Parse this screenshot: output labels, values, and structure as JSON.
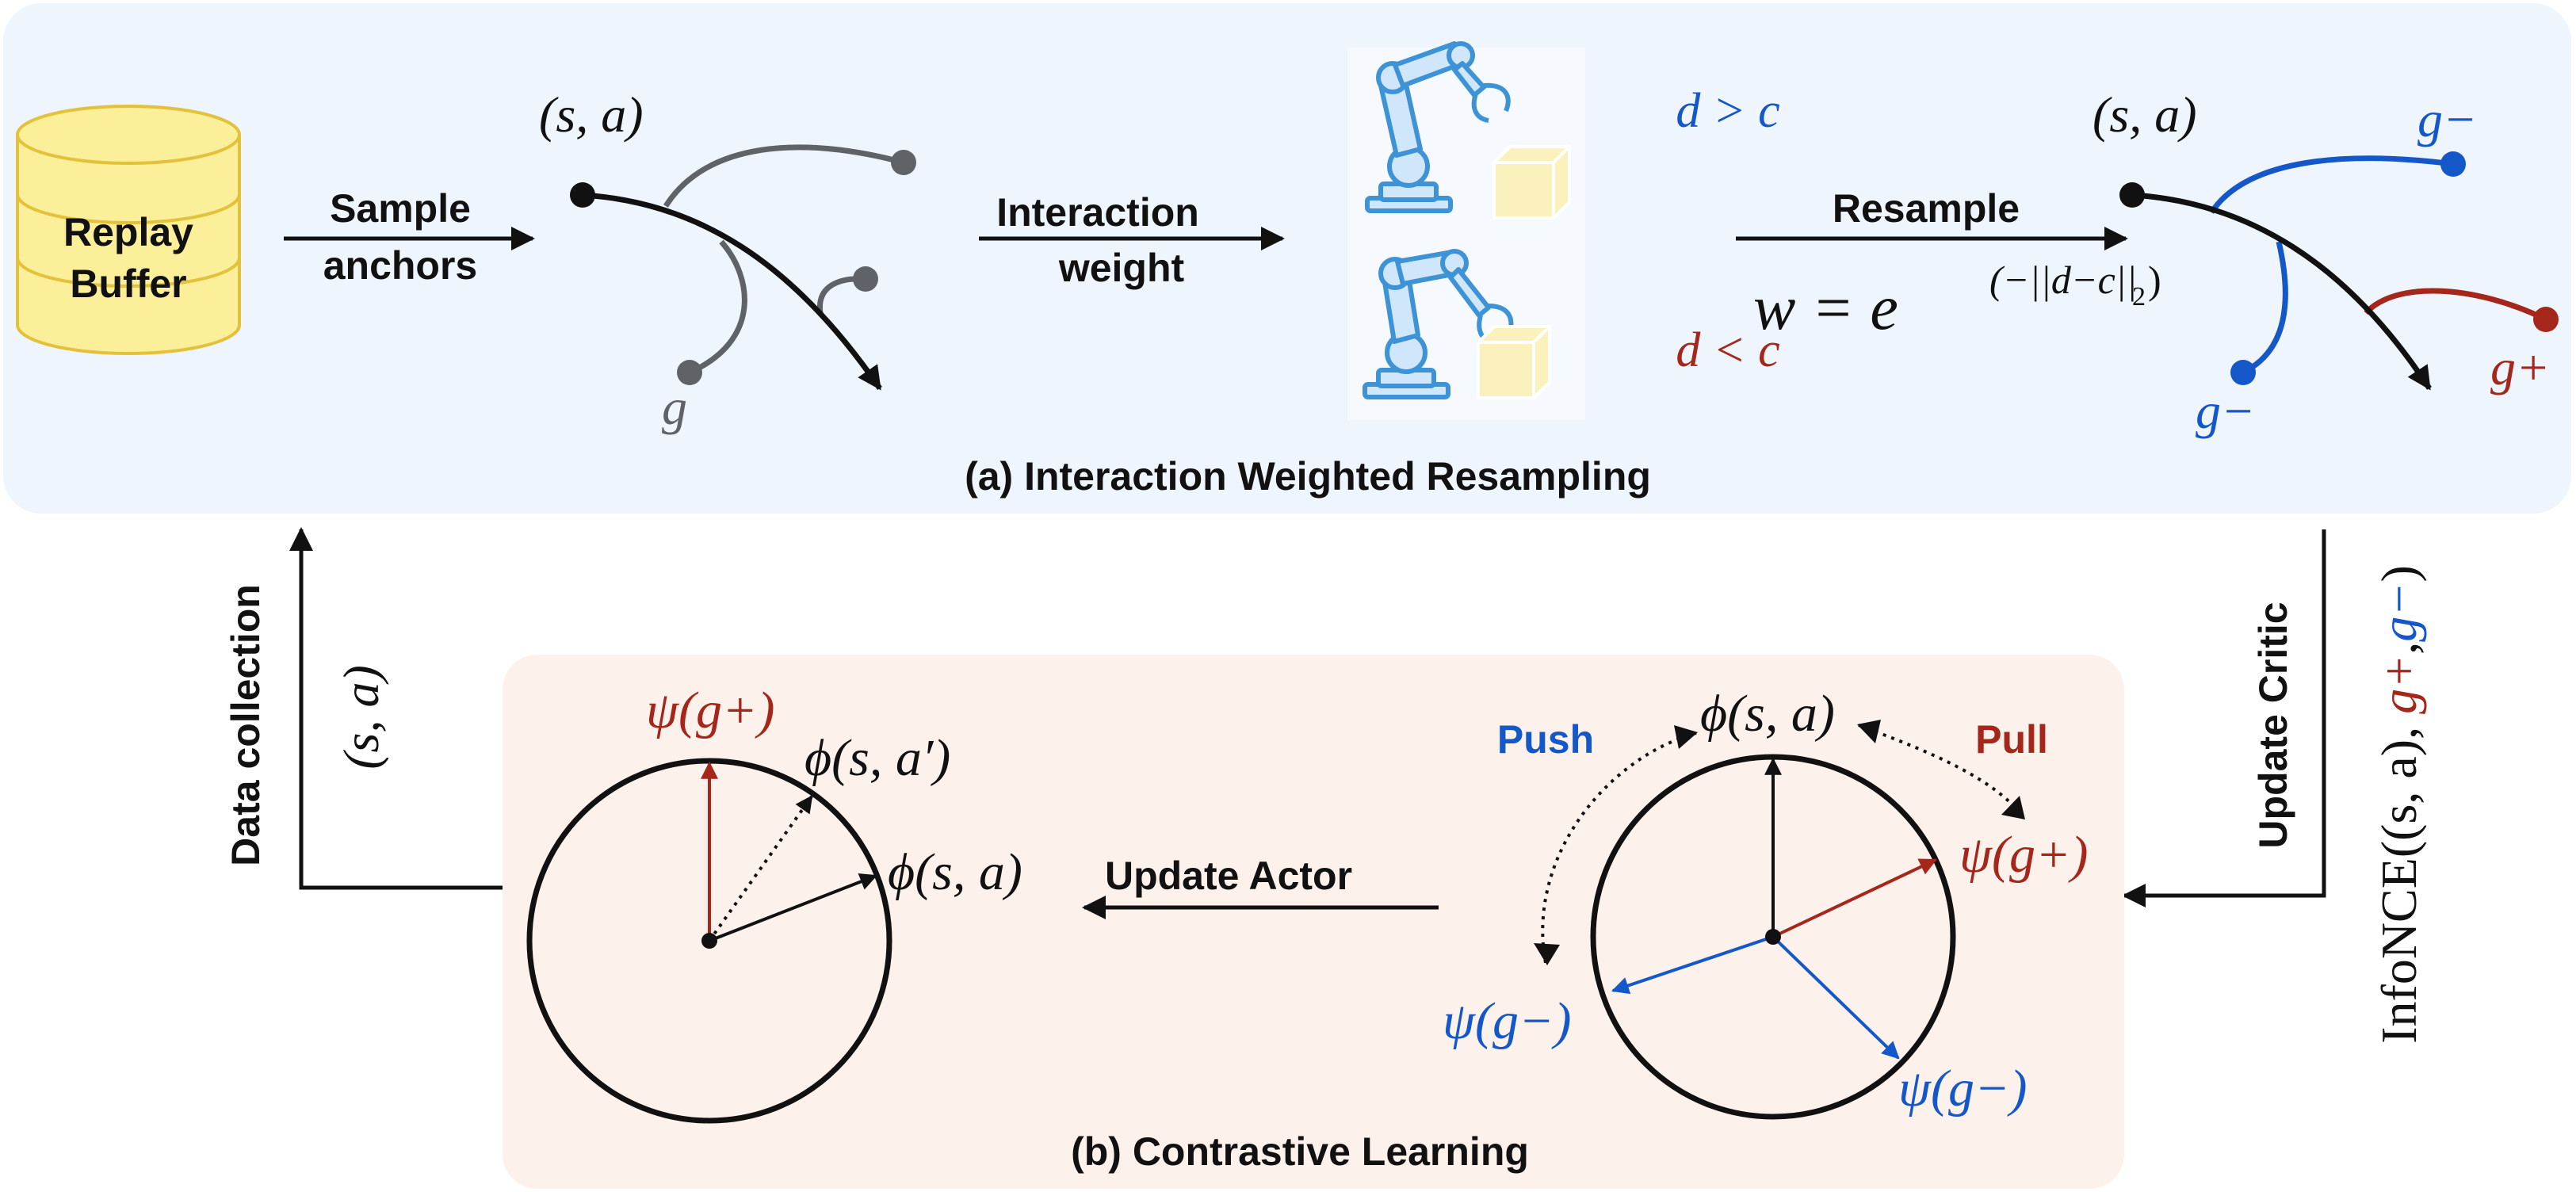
{
  "colors": {
    "black": "#111111",
    "gray": "#5f6368",
    "blue": "#1457c8",
    "red": "#a5261b",
    "panel_blue": "#eef5fd",
    "panel_pink": "#fcf1eb",
    "db_fill": "#fbef9a",
    "db_stroke": "#e3c13b",
    "robot_fill": "#cfe6fb",
    "robot_stroke": "#3d93d6",
    "cube_fill": "#fbf1bd"
  },
  "panel_a": {
    "caption": "(a) Interaction Weighted Resampling",
    "buffer_line1": "Replay",
    "buffer_line2": "Buffer",
    "sample_line1": "Sample",
    "sample_line2": "anchors",
    "anchor_label": "(s, a)",
    "goal_label": "g",
    "interaction_line1": "Interaction",
    "interaction_line2": "weight",
    "d_greater": "d > c",
    "d_less": "d < c",
    "resample_label": "Resample",
    "weight_w": "w = e",
    "weight_exp": "(−||d−c||",
    "weight_sub": "2",
    "weight_close": ")",
    "anchor_label_right": "(s, a)",
    "g_minus_top": "g−",
    "g_minus_bottom": "g−",
    "g_plus": "g+",
    "robot_icon": "robot-arm-icon",
    "cube_icon": "cube-icon",
    "database_icon": "database-icon"
  },
  "side": {
    "data_collection": "Data collection",
    "sa": "(s, a)",
    "update_critic": "Update Critic",
    "infonce_prefix": "InfoNCE((s, a), ",
    "infonce_gplus": "g+",
    "infonce_comma": ",",
    "infonce_gminus": "g−",
    "infonce_close": ")"
  },
  "panel_b": {
    "caption": "(b) Contrastive Learning",
    "psi_gplus_left": "ψ(g+)",
    "phi_sa_prime": "ϕ(s, a′)",
    "phi_sa_left": "ϕ(s, a)",
    "update_actor": "Update Actor",
    "push": "Push",
    "pull": "Pull",
    "phi_sa_right": "ϕ(s, a)",
    "psi_gplus_right": "ψ(g+)",
    "psi_gminus_left": "ψ(g−)",
    "psi_gminus_right": "ψ(g−)"
  }
}
